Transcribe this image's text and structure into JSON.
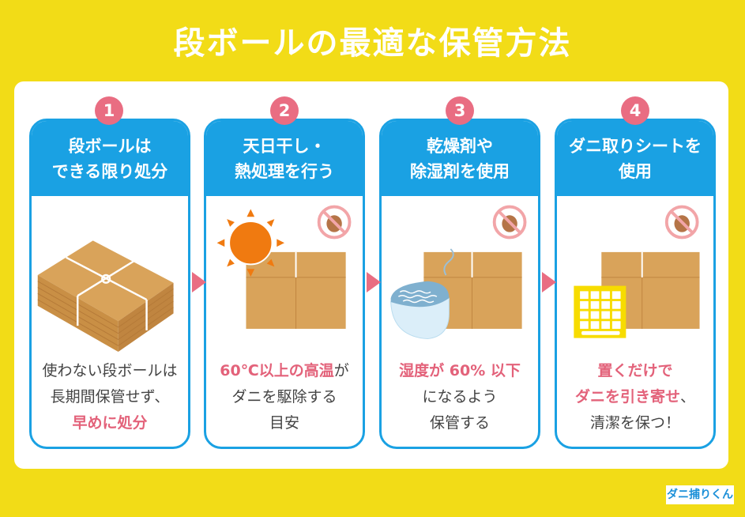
{
  "title": "段ボールの最適な保管方法",
  "colors": {
    "background": "#f2dc17",
    "card_blue": "#1aa1e3",
    "accent_pink": "#e96d82",
    "cardboard": "#d9a35a",
    "sun": "#f07a10"
  },
  "steps": [
    {
      "number": "1",
      "heading": [
        "段ボールは",
        "できる限り処分"
      ],
      "illustration": "stacked-cardboard-bundle",
      "text": [
        {
          "t": "使わない段ボールは",
          "hl": false
        },
        {
          "t": "長期間保管せず、",
          "hl": false
        },
        {
          "t": "早めに処分",
          "hl": true
        }
      ]
    },
    {
      "number": "2",
      "heading": [
        "天日干し・",
        "熱処理を行う"
      ],
      "illustration": "sun-and-box-no-mite",
      "text_line1_hl": "60℃以上の高温",
      "text_line1_rest": "が",
      "text_line2": "ダニを駆除する",
      "text_line3": "目安"
    },
    {
      "number": "3",
      "heading": [
        "乾燥剤や",
        "除湿剤を使用"
      ],
      "illustration": "dehumidifier-and-box-no-mite",
      "text_line1_hl": "湿度が 60% 以下",
      "text_line2": "になるよう",
      "text_line3": "保管する"
    },
    {
      "number": "4",
      "heading": [
        "ダニ取りシートを",
        "使用"
      ],
      "illustration": "mite-sheet-and-box-no-mite",
      "text_line1_hl": "置くだけで",
      "text_line2_hl": "ダニを引き寄せ",
      "text_line2_rest": "、",
      "text_line3": "清潔を保つ！"
    }
  ],
  "logo": "ダニ捕りくん"
}
